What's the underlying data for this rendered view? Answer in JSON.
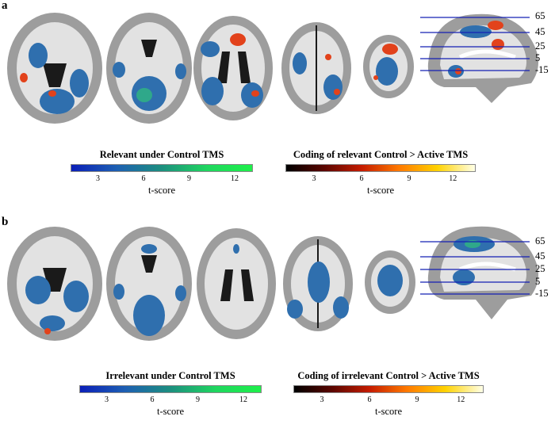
{
  "panels": [
    {
      "letter": "a",
      "colorbars": [
        {
          "title": "Relevant under Control TMS",
          "ticks": [
            "3",
            "6",
            "9",
            "12"
          ],
          "unit": "t-score",
          "gradient": [
            "#0b1fb8",
            "#1d5fb2",
            "#1c8f7f",
            "#1fd65f",
            "#1ef04a"
          ]
        },
        {
          "title": "Coding of relevant Control > Active TMS",
          "ticks": [
            "3",
            "6",
            "9",
            "12"
          ],
          "unit": "t-score",
          "gradient": [
            "#000000",
            "#5a0600",
            "#c51c00",
            "#ff7a00",
            "#ffd200",
            "#ffffe6"
          ]
        }
      ],
      "slice_levels": [
        "65",
        "45",
        "25",
        "5",
        "-15"
      ]
    },
    {
      "letter": "b",
      "colorbars": [
        {
          "title": "Irrelevant under Control TMS",
          "ticks": [
            "3",
            "6",
            "9",
            "12"
          ],
          "unit": "t-score",
          "gradient": [
            "#0b1fb8",
            "#1d5fb2",
            "#1c8f7f",
            "#1fd65f",
            "#1ef04a"
          ]
        },
        {
          "title": "Coding of irrelevant Control > Active TMS",
          "ticks": [
            "3",
            "6",
            "9",
            "12"
          ],
          "unit": "t-score",
          "gradient": [
            "#000000",
            "#5a0600",
            "#c51c00",
            "#ff7a00",
            "#ffd200",
            "#ffffe6"
          ]
        }
      ],
      "slice_levels": [
        "65",
        "45",
        "25",
        "5",
        "-15"
      ]
    }
  ],
  "colors": {
    "brain_gray": "#9d9d9d",
    "brain_white": "#e2e2e2",
    "blob_blue": "#2f6fae",
    "blob_red": "#e2421b",
    "level_line": "#1420b4"
  }
}
